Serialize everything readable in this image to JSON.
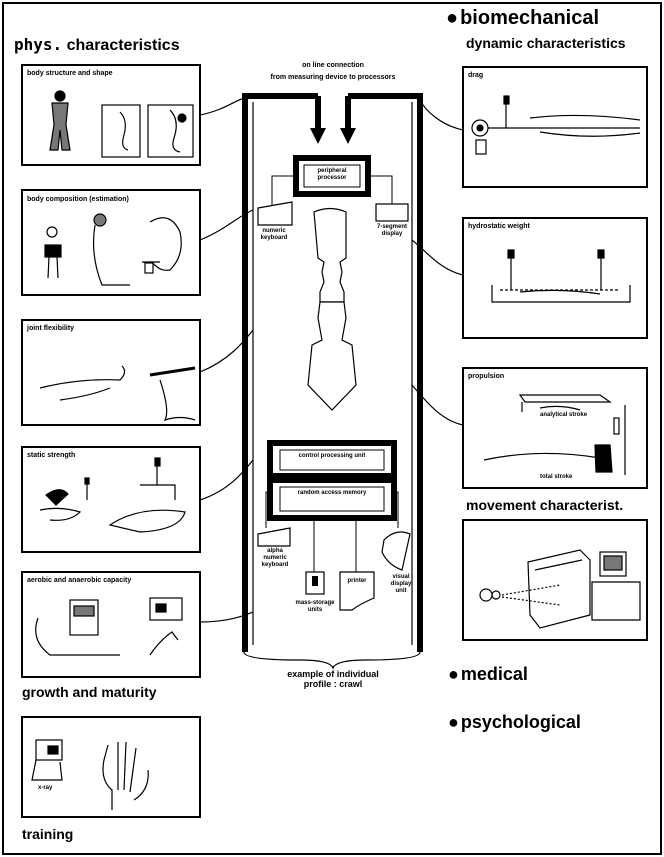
{
  "headings": {
    "phys": "phys.",
    "characteristics": "characteristics",
    "biomechanical": "biomechanical",
    "dynamic": "dynamic characteristics",
    "movement": "movement characterist.",
    "medical": "medical",
    "psychological": "psychological",
    "growth": "growth and maturity",
    "training": "training"
  },
  "left_panels": [
    {
      "title": "body structure and shape"
    },
    {
      "title": "body composition (estimation)"
    },
    {
      "title": "joint flexibility"
    },
    {
      "title": "static strength"
    },
    {
      "title": "aerobic and anaerobic capacity"
    },
    {
      "title": ""
    }
  ],
  "right_panels": [
    {
      "title": "drag"
    },
    {
      "title": "hydrostatic weight"
    },
    {
      "title": "propulsion"
    },
    {
      "title": ""
    }
  ],
  "panel_labels": {
    "analytical_stroke": "analytical stroke",
    "total_stroke": "total stroke",
    "xray": "x-ray"
  },
  "center": {
    "connection_line1": "on line connection",
    "connection_line2": "from measuring device to processors",
    "peripheral": "peripheral processor",
    "numeric_keyboard": "numeric keyboard",
    "seven_segment": "7-segment display",
    "control": "control processing unit",
    "ram": "random access memory",
    "alpha_keyboard": "alpha numeric keyboard",
    "mass_storage": "mass-storage units",
    "printer": "printer",
    "visual": "visual display unit",
    "caption1": "example of individual",
    "caption2": "profile : crawl"
  }
}
